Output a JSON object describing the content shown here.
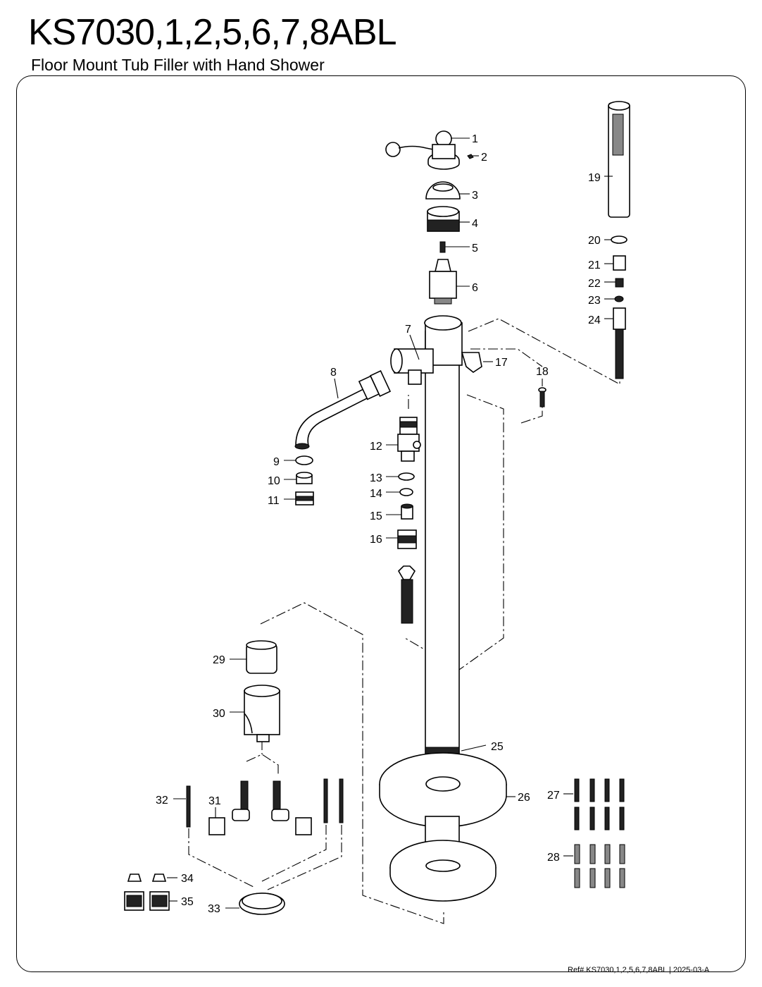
{
  "header": {
    "title": "KS7030,1,2,5,6,7,8ABL",
    "subtitle": "Floor Mount Tub Filler with Hand Shower"
  },
  "footer": {
    "reference": "Ref# KS7030,1,2,5,6,7,8ABL | 2025-03-A"
  },
  "part_callouts": [
    "1",
    "2",
    "3",
    "4",
    "5",
    "6",
    "7",
    "8",
    "9",
    "10",
    "11",
    "12",
    "13",
    "14",
    "15",
    "16",
    "17",
    "18",
    "19",
    "20",
    "21",
    "22",
    "23",
    "24",
    "25",
    "26",
    "27",
    "28",
    "29",
    "30",
    "31",
    "32",
    "33",
    "34",
    "35"
  ]
}
